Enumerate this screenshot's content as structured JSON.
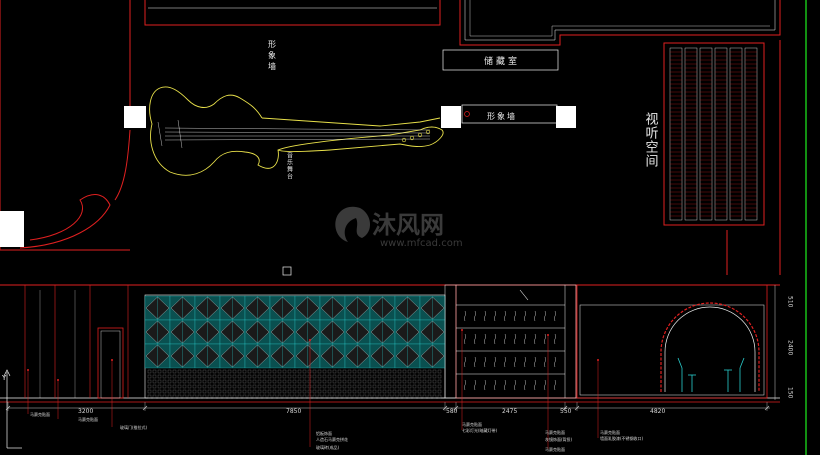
{
  "plan_labels": {
    "image_wall_top": "形象墙",
    "storage_room": "储藏室",
    "image_wall_mid": "形象墙",
    "performance_stage": "音乐舞台",
    "listening_space": "视听空间"
  },
  "watermark": {
    "brand": "沐风网",
    "url": "www.mfcad.com"
  },
  "elevation": {
    "dimensions": [
      "3200",
      "7850",
      "580",
      "2475",
      "550",
      "4820"
    ],
    "heights": [
      "510",
      "2400",
      "150"
    ],
    "notes": [
      "马赛克贴面",
      "马赛克贴面",
      "玻璃门(推拉式)",
      "铝板饰面",
      "人造石马赛克拼花",
      "玻璃砖(成品)",
      "马赛克贴面",
      "七彩灯光(暗藏灯带)",
      "马赛克贴面",
      "灰镜饰面(背投)",
      "马赛克贴面",
      "马赛克贴面",
      "墙面乳胶漆(不锈钢收口)"
    ]
  },
  "colors": {
    "background": "#000000",
    "wall_red": "#e02020",
    "guitar_yellow": "#e8e04a",
    "line_white": "#f0f0f0",
    "cyan": "#2ad0d0",
    "green_border": "#18c018",
    "dim_line": "#c8c8c8"
  }
}
